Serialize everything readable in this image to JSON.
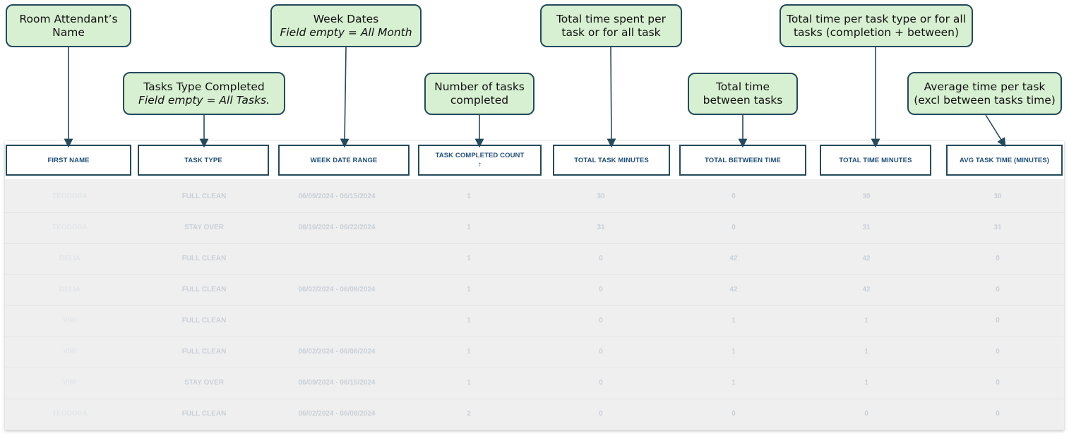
{
  "callouts": {
    "first_name": {
      "title": "Room Attendant’s Name",
      "sub": ""
    },
    "task_type": {
      "title": "Tasks Type Completed",
      "sub": "Field empty = All Tasks."
    },
    "week_dates": {
      "title": "Week Dates",
      "sub": "Field empty = All Month"
    },
    "task_count": {
      "title": "Number of tasks completed",
      "sub": ""
    },
    "task_minutes": {
      "title": "Total time spent per task or for all task",
      "sub": ""
    },
    "between_time": {
      "title": "Total time between tasks",
      "sub": ""
    },
    "total_time": {
      "title": "Total time per task type or for all tasks (completion + between)",
      "sub": ""
    },
    "avg_time": {
      "title": "Average time per task (excl between tasks time)",
      "sub": ""
    }
  },
  "table": {
    "columns": [
      "FIRST NAME",
      "TASK TYPE",
      "WEEK DATE RANGE",
      "TASK COMPLETED COUNT",
      "TOTAL TASK MINUTES",
      "TOTAL BETWEEN TIME",
      "TOTAL TIME MINUTES",
      "AVG TASK TIME (MINUTES)"
    ],
    "sort_indicator": "↑",
    "rows": [
      [
        "TEODORA",
        "FULL CLEAN",
        "06/09/2024 - 06/15/2024",
        "1",
        "30",
        "0",
        "30",
        "30"
      ],
      [
        "TEODORA",
        "STAY OVER",
        "06/16/2024 - 06/22/2024",
        "1",
        "31",
        "0",
        "31",
        "31"
      ],
      [
        "DELIA",
        "FULL CLEAN",
        "",
        "1",
        "0",
        "42",
        "42",
        "0"
      ],
      [
        "DELIA",
        "FULL CLEAN",
        "06/02/2024 - 06/08/2024",
        "1",
        "0",
        "42",
        "42",
        "0"
      ],
      [
        "VIRI",
        "FULL CLEAN",
        "",
        "1",
        "0",
        "1",
        "1",
        "0"
      ],
      [
        "VIRI",
        "FULL CLEAN",
        "06/02/2024 - 06/08/2024",
        "1",
        "0",
        "1",
        "1",
        "0"
      ],
      [
        "VIRI",
        "STAY OVER",
        "06/09/2024 - 06/15/2024",
        "1",
        "0",
        "1",
        "1",
        "0"
      ],
      [
        "TEODORA",
        "FULL CLEAN",
        "06/02/2024 - 06/08/2024",
        "2",
        "0",
        "0",
        "0",
        "0"
      ]
    ]
  },
  "colors": {
    "callout_fill": "#d8f0d2",
    "border": "#244a5c",
    "header_text": "#1f4e79",
    "table_bg": "#efefef",
    "cell_text": "#c9d0d8"
  }
}
